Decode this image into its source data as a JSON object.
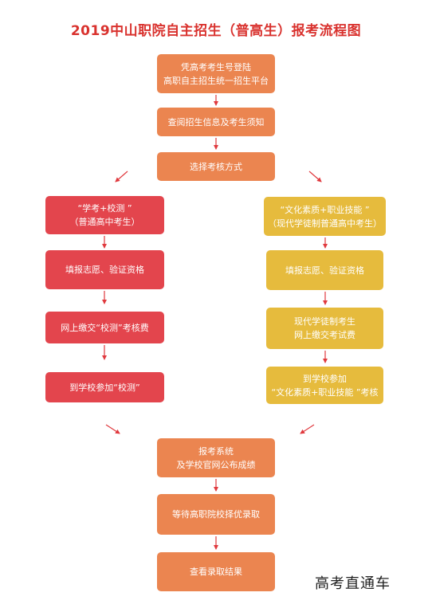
{
  "title": "2019中山职院自主招生（普高生）报考流程图",
  "steps": {
    "login": [
      "凭高考考生号登陆",
      "高职自主招生统一招生平台"
    ],
    "browse_info": "查阅招生信息及考生须知",
    "choose_method": "选择考核方式",
    "result_announce": [
      "报考系统",
      "及学校官网公布成绩"
    ],
    "wait_admission": "等待高职院校择优录取",
    "check_result": "查看录取结果"
  },
  "left_branch": {
    "header": [
      "“学考+校测 ”",
      "（普通高中考生）"
    ],
    "fill_verify": "填报志愿、验证资格",
    "pay_fee": "网上缴交“校测”考核费",
    "attend": "到学校参加“校测”"
  },
  "right_branch": {
    "header": [
      "“文化素质+职业技能 ”",
      "（现代学徒制普通高中考生）"
    ],
    "fill_verify": "填报志愿、验证资格",
    "pay_fee": [
      "现代学徒制考生",
      "网上缴交考试费"
    ],
    "attend": [
      "到学校参加",
      "“文化素质+职业技能 ”考核"
    ]
  },
  "watermark": "高考直通车",
  "colors": {
    "title": "#d9322e",
    "common_step": "#eb8550",
    "left_branch": "#e3454d",
    "right_branch": "#e6bb3d",
    "arrow": "#e0393e"
  }
}
